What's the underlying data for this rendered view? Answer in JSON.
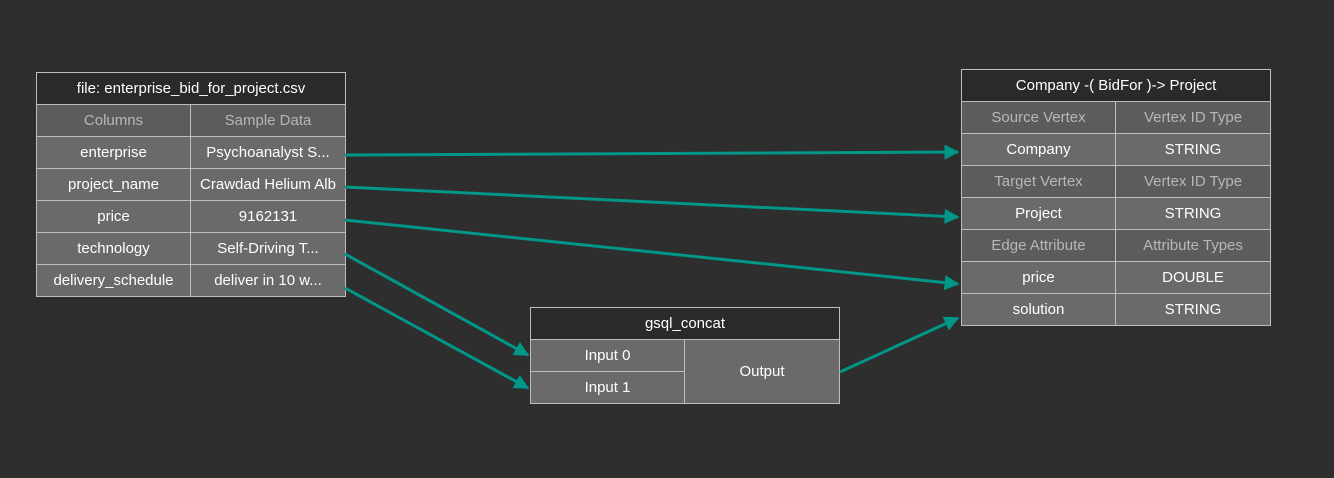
{
  "source": {
    "title": "file: enterprise_bid_for_project.csv",
    "headers": [
      "Columns",
      "Sample Data"
    ],
    "rows": [
      {
        "column": "enterprise",
        "sample": "Psychoanalyst S..."
      },
      {
        "column": "project_name",
        "sample": "Crawdad Helium Alb"
      },
      {
        "column": "price",
        "sample": "9162131"
      },
      {
        "column": "technology",
        "sample": "Self-Driving T..."
      },
      {
        "column": "delivery_schedule",
        "sample": "deliver in 10 w..."
      }
    ]
  },
  "func": {
    "title": "gsql_concat",
    "inputs": [
      "Input 0",
      "Input 1"
    ],
    "output": "Output"
  },
  "target": {
    "title": "Company -( BidFor )-> Project",
    "source_headers": [
      "Source Vertex",
      "Vertex ID Type"
    ],
    "source_row": {
      "name": "Company",
      "type": "STRING"
    },
    "target_headers": [
      "Target Vertex",
      "Vertex ID Type"
    ],
    "target_row": {
      "name": "Project",
      "type": "STRING"
    },
    "attr_headers": [
      "Edge Attribute",
      "Attribute Types"
    ],
    "attrs": [
      {
        "name": "price",
        "type": "DOUBLE"
      },
      {
        "name": "solution",
        "type": "STRING"
      }
    ]
  },
  "colors": {
    "arrow": "#009688",
    "background": "#2e2e2e",
    "cell": "#6a6a6a"
  }
}
